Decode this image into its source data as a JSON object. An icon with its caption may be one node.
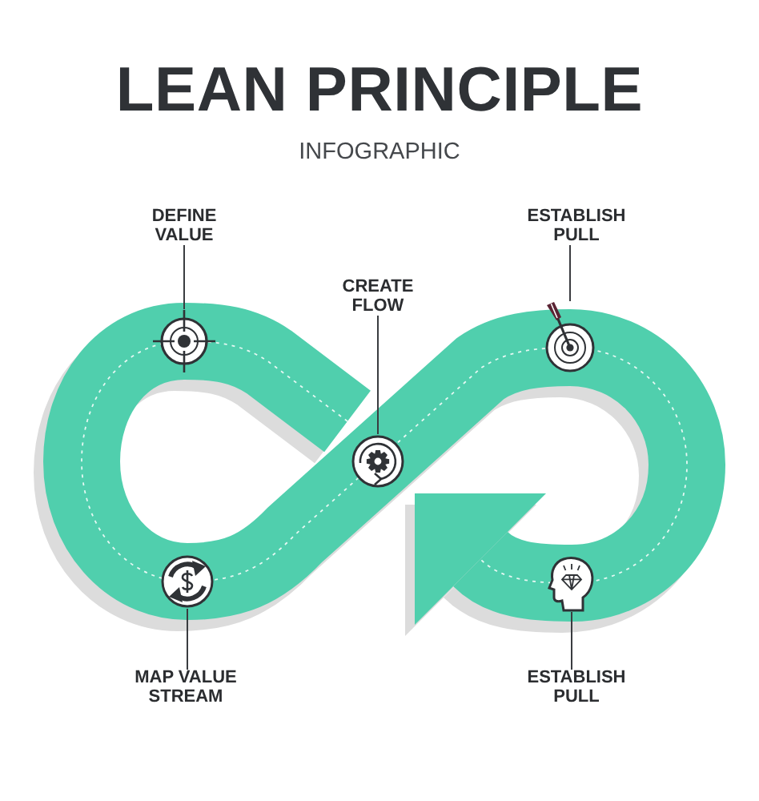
{
  "diagram": {
    "title": "LEAN PRINCIPLE",
    "nodes": [
      {
        "text": [
          "DEFINE VALUE"
        ]
      },
      {
        "text": [
          "ESTABLISH PULL"
        ]
      },
      {
        "text": [
          "CREATE FLOW"
        ]
      },
      {
        "text": [
          "MAP VALUE STREAM"
        ]
      },
      {
        "text": [
          "ESTABLISH PULL"
        ]
      },
      {
        "text": [],
        "shape": "picture"
      },
      {
        "text": [],
        "shape": "picture"
      },
      {
        "text": [],
        "shape": "picture"
      },
      {
        "text": [],
        "shape": "picture"
      },
      {
        "text": [],
        "shape": "picture"
      }
    ],
    "edges": [
      {
        "from": 0,
        "to": 5,
        "arrow": "none"
      },
      {
        "from": 1,
        "to": 6,
        "arrow": "none"
      },
      {
        "from": 2,
        "to": 7,
        "arrow": "none"
      },
      {
        "from": 3,
        "to": 8,
        "arrow": "none"
      },
      {
        "from": 4,
        "to": 9,
        "arrow": "none"
      }
    ],
    "labels": [
      "INFOGRAPHIC"
    ]
  }
}
